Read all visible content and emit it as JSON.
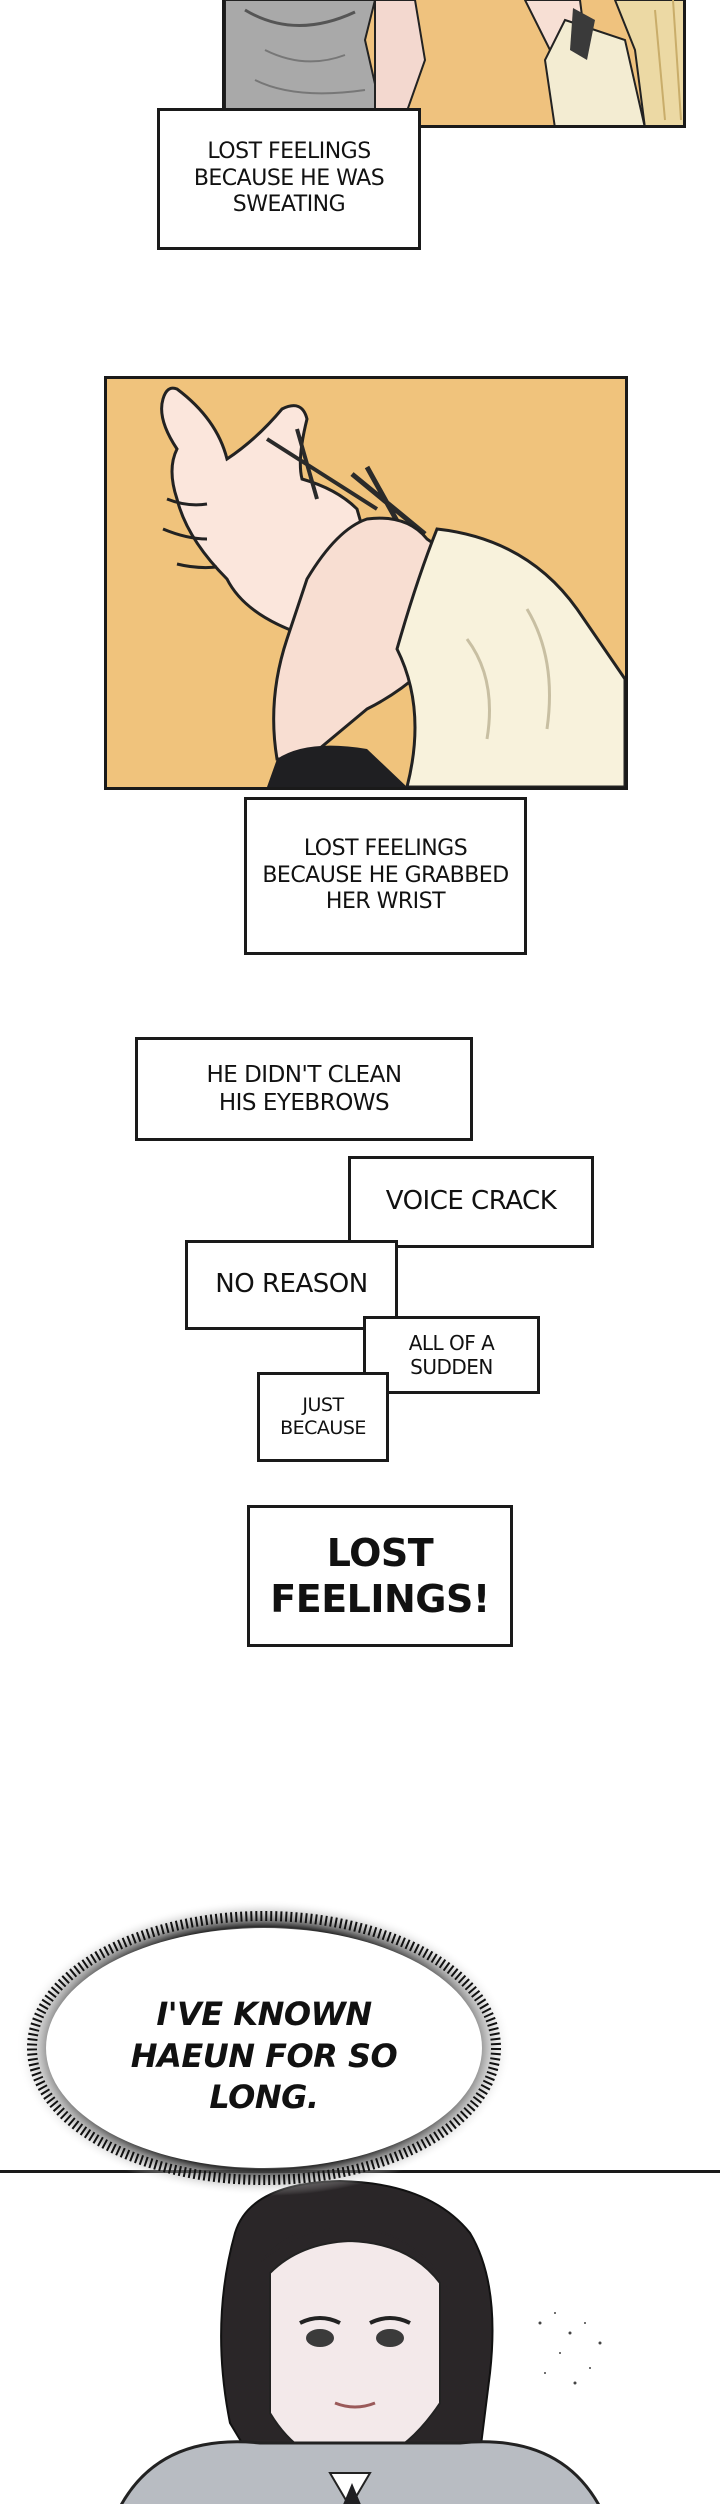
{
  "captions": {
    "sweating": "LOST FEELINGS\nBECAUSE HE WAS\nSWEATING",
    "wrist": "LOST FEELINGS\nBECAUSE HE GRABBED\nHER WRIST",
    "eyebrows": "HE DIDN'T CLEAN\nHIS EYEBROWS",
    "voice_crack": "VOICE CRACK",
    "no_reason": "NO REASON",
    "all_of_sudden": "ALL OF A\nSUDDEN",
    "just_because": "JUST\nBECAUSE",
    "lost_feelings": "LOST\nFEELINGS!"
  },
  "speech": {
    "haeun": "I'VE KNOWN\nHAEUN FOR SO\nLONG."
  },
  "colors": {
    "panel_background": "#efc27e",
    "skin": "#f7dcd2",
    "sleeve": "#f8f2dc",
    "hair": "#2a2628"
  }
}
